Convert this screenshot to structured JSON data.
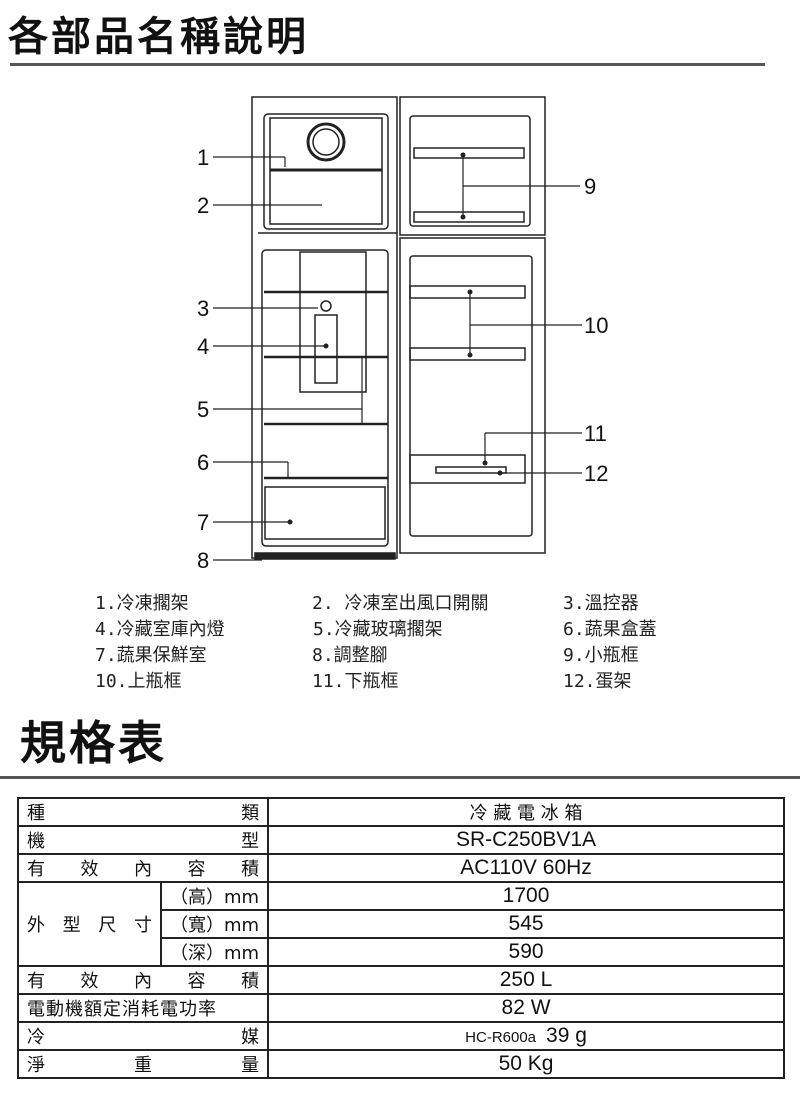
{
  "titles": {
    "parts": "各部品名稱說明",
    "specs": "規格表"
  },
  "callouts": [
    "1",
    "2",
    "3",
    "4",
    "5",
    "6",
    "7",
    "8",
    "9",
    "10",
    "11",
    "12"
  ],
  "parts": [
    [
      "1.冷凍擱架",
      "2. 冷凍室出風口開關",
      "3.溫控器"
    ],
    [
      "4.冷藏室庫內燈",
      "5.冷藏玻璃擱架",
      "6.蔬果盒蓋"
    ],
    [
      "7.蔬果保鮮室",
      "8.調整腳",
      "9.小瓶框"
    ],
    [
      "10.上瓶框",
      "11.下瓶框",
      "12.蛋架"
    ]
  ],
  "specs": {
    "type": {
      "label": [
        "種",
        "類"
      ],
      "value": "冷 藏 電 冰 箱"
    },
    "model": {
      "label": [
        "機",
        "型"
      ],
      "value": "SR-C250BV1A"
    },
    "power_supply": {
      "label": [
        "有",
        "效",
        "內",
        "容",
        "積"
      ],
      "value": "AC110V 60Hz"
    },
    "dimensions": {
      "label": [
        "外",
        "型",
        "尺",
        "寸"
      ],
      "rows": [
        {
          "sub": "（高）mm",
          "value": "1700"
        },
        {
          "sub": "（寬）mm",
          "value": "545"
        },
        {
          "sub": "（深）mm",
          "value": "590"
        }
      ]
    },
    "capacity": {
      "label": [
        "有",
        "效",
        "內",
        "容",
        "積"
      ],
      "value": "250 L"
    },
    "motor_power": {
      "label": "電動機額定消耗電功率",
      "value": "82 W"
    },
    "refrigerant": {
      "label": [
        "冷",
        "媒"
      ],
      "prefix": "HC-R600a",
      "value": "39 g"
    },
    "net_weight": {
      "label": [
        "淨",
        "重",
        "量"
      ],
      "value": "50 Kg"
    }
  }
}
